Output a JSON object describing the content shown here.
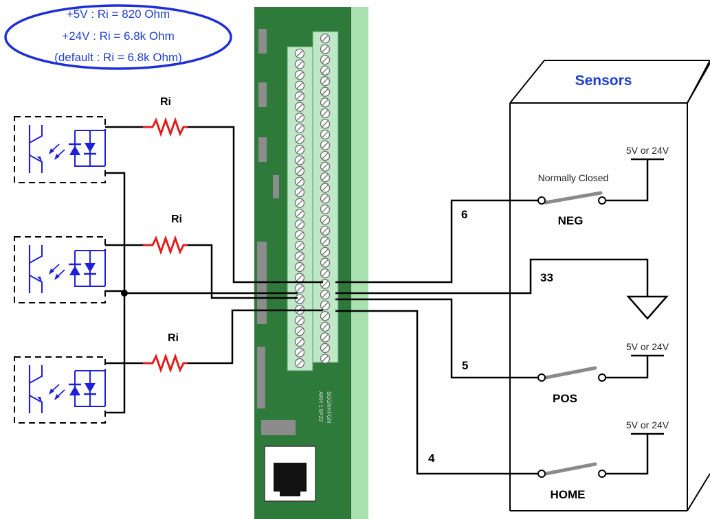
{
  "note": {
    "line1": "+5V : Ri = 820 Ohm",
    "line2": "+24V : Ri = 6.8k Ohm",
    "line3": "(default : Ri = 6.8k Ohm)"
  },
  "resistors": {
    "r1": "Ri",
    "r2": "Ri",
    "r3": "Ri"
  },
  "sensors": {
    "title": "Sensors",
    "nc_label": "Normally Closed",
    "neg": {
      "name": "NEG",
      "pin": "6",
      "supply": "5V or 24V"
    },
    "ground": {
      "pin": "33"
    },
    "pos": {
      "name": "POS",
      "pin": "5",
      "supply": "5V or 24V"
    },
    "home": {
      "name": "HOME",
      "pin": "4",
      "supply": "5V or 24V"
    }
  },
  "board": {
    "silk1": "ARH 1 5P22",
    "silk2": "SGGNHFGN"
  },
  "colors": {
    "board_green": "#2e7a3a",
    "terminal_green": "#bfe8c8",
    "optocoupler_blue": "#1f1fd9",
    "resistor_red": "#e01e1e",
    "note_text": "#1f3fd0",
    "sensors_title": "#1f3fd0",
    "switch_gray": "#8a8a8a"
  }
}
